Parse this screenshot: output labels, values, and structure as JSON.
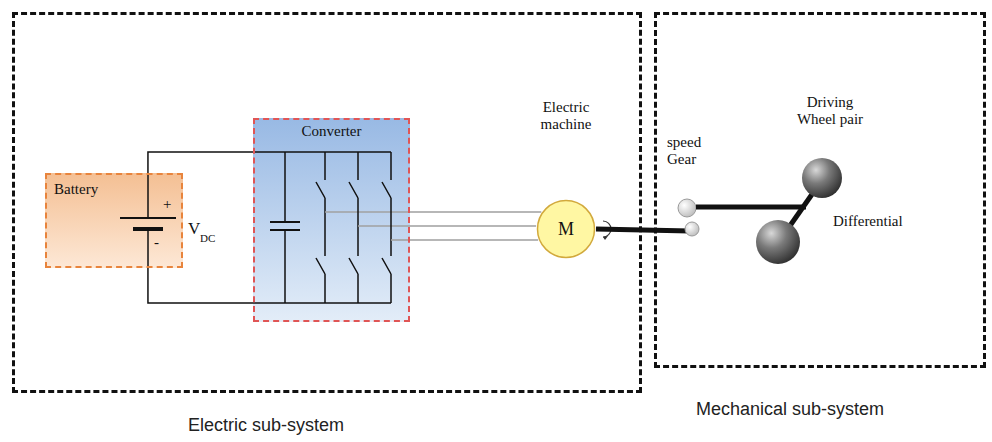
{
  "diagram": {
    "nodes": [
      {
        "text": [
          "Electric sub-system"
        ]
      },
      {
        "text": [
          "Battery"
        ],
        "in": 0
      },
      {
        "text": [
          "Converter"
        ],
        "in": 0
      },
      {
        "text": [
          "Electric machine",
          "M"
        ],
        "in": 0
      },
      {
        "text": [
          "Mechanical sub-system"
        ]
      }
    ],
    "edges": [
      {
        "from": 1,
        "to": 2,
        "arrow": "none"
      },
      {
        "from": 2,
        "to": 3,
        "arrow": "none"
      }
    ],
    "labels": [
      "+",
      "-",
      "V",
      "DC",
      "speed Gear",
      "Driving Wheel pair",
      "Differential"
    ]
  }
}
